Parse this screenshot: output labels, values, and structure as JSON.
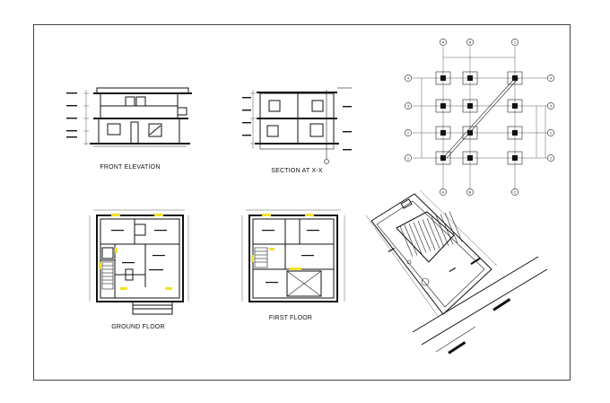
{
  "sheet": {
    "captions": {
      "front_elevation": "FRONT ELEVATION",
      "section": "SECTION AT X-X",
      "ground_floor": "GROUND FLOOR",
      "first_floor": "FIRST FLOOR"
    },
    "grid_labels": {
      "columns": [
        "A",
        "B",
        "C"
      ],
      "rows": [
        "4",
        "3",
        "2",
        "1"
      ]
    },
    "colors": {
      "line": "#111111",
      "highlight": "#f2e12a",
      "paper": "#ffffff"
    }
  }
}
